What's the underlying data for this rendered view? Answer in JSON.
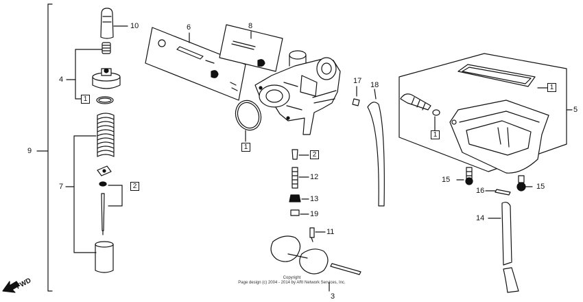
{
  "callouts": {
    "c1": "1",
    "c2": "2",
    "c3": "3",
    "c4": "4",
    "c5": "5",
    "c6": "6",
    "c7": "7",
    "c8": "8",
    "c9": "9",
    "c10": "10",
    "c11": "11",
    "c12": "12",
    "c13": "13",
    "c14": "14",
    "c15a": "15",
    "c15b": "15",
    "c16": "16",
    "c17": "17",
    "c18": "18",
    "c19": "19"
  },
  "boxed_refs": {
    "b1a": "1",
    "b1b": "1",
    "b1c": "1",
    "b1d": "1",
    "b2a": "2",
    "b2b": "2"
  },
  "fwd": "FWD",
  "copyright": {
    "line1": "Copyright",
    "line2": "Page design (c) 2004 - 2014 by ARI Network Services, Inc."
  }
}
